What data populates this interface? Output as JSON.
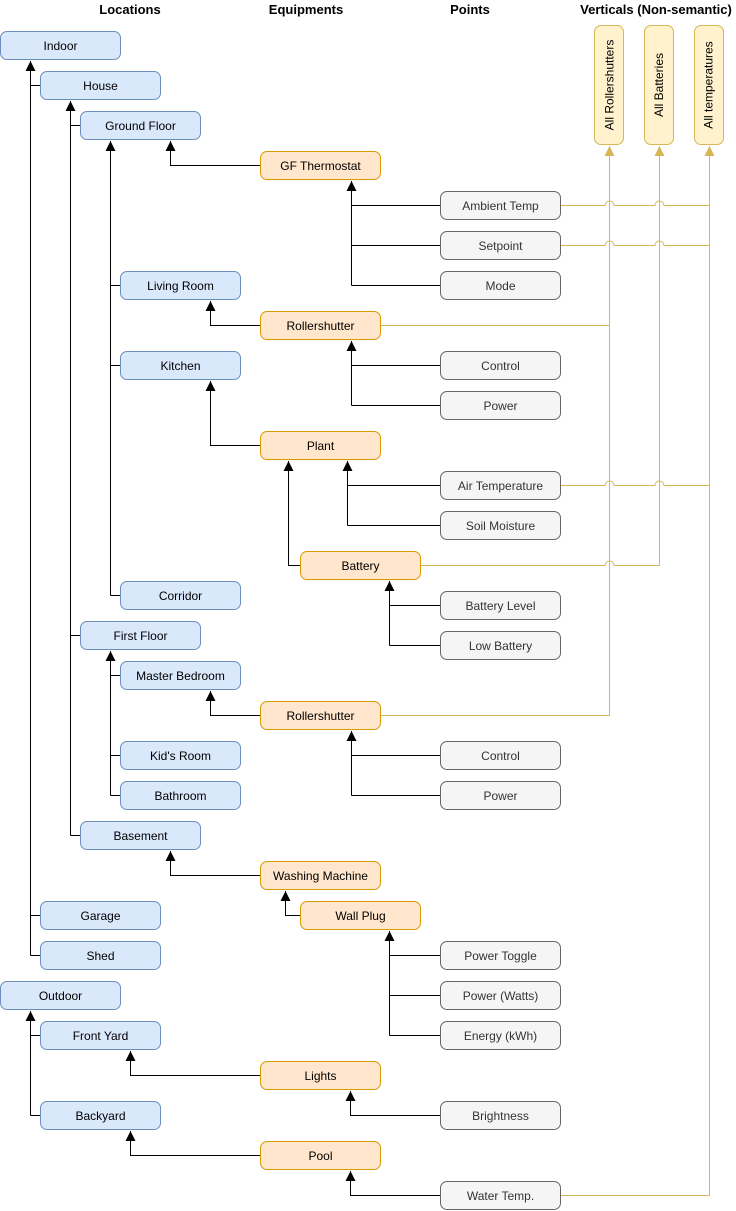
{
  "headers": {
    "locations": "Locations",
    "equipments": "Equipments",
    "points": "Points",
    "verticals": "Verticals (Non-semantic)"
  },
  "locations": {
    "indoor": "Indoor",
    "house": "House",
    "ground_floor": "Ground Floor",
    "living_room": "Living Room",
    "kitchen": "Kitchen",
    "corridor": "Corridor",
    "first_floor": "First Floor",
    "master_bedroom": "Master Bedroom",
    "kids_room": "Kid's Room",
    "bathroom": "Bathroom",
    "basement": "Basement",
    "garage": "Garage",
    "shed": "Shed",
    "outdoor": "Outdoor",
    "front_yard": "Front Yard",
    "backyard": "Backyard"
  },
  "equipments": {
    "gf_thermostat": "GF Thermostat",
    "rollershutter_living": "Rollershutter",
    "plant": "Plant",
    "battery": "Battery",
    "rollershutter_master": "Rollershutter",
    "washing_machine": "Washing Machine",
    "wall_plug": "Wall Plug",
    "lights": "Lights",
    "pool": "Pool"
  },
  "points": {
    "ambient_temp": "Ambient Temp",
    "setpoint": "Setpoint",
    "mode": "Mode",
    "control_living": "Control",
    "power_living": "Power",
    "air_temperature": "Air Temperature",
    "soil_moisture": "Soil Moisture",
    "battery_level": "Battery Level",
    "low_battery": "Low Battery",
    "control_master": "Control",
    "power_master": "Power",
    "power_toggle": "Power Toggle",
    "power_watts": "Power (Watts)",
    "energy_kwh": "Energy (kWh)",
    "brightness": "Brightness",
    "water_temp": "Water Temp."
  },
  "verticals": {
    "all_rollershutters": {
      "label": "All Rollershutters",
      "members": [
        "rollershutter_living",
        "rollershutter_master"
      ]
    },
    "all_batteries": {
      "label": "All Batteries",
      "members": [
        "battery"
      ]
    },
    "all_temperatures": {
      "label": "All temperatures",
      "members": [
        "ambient_temp",
        "setpoint",
        "air_temperature",
        "water_temp"
      ]
    }
  },
  "edges": {
    "location_tree": [
      "house -> indoor",
      "ground_floor -> house",
      "living_room -> ground_floor",
      "kitchen -> ground_floor",
      "corridor -> ground_floor",
      "first_floor -> house",
      "master_bedroom -> first_floor",
      "kids_room -> first_floor",
      "bathroom -> first_floor",
      "basement -> house",
      "garage -> indoor",
      "shed -> indoor",
      "front_yard -> outdoor",
      "backyard -> outdoor"
    ],
    "equipment_to_location": [
      "gf_thermostat -> ground_floor",
      "rollershutter_living -> living_room",
      "plant -> kitchen",
      "battery -> plant",
      "rollershutter_master -> master_bedroom",
      "washing_machine -> basement",
      "wall_plug -> washing_machine",
      "lights -> front_yard",
      "pool -> backyard"
    ],
    "point_to_equipment": [
      "ambient_temp -> gf_thermostat",
      "setpoint -> gf_thermostat",
      "mode -> gf_thermostat",
      "control_living -> rollershutter_living",
      "power_living -> rollershutter_living",
      "air_temperature -> plant",
      "soil_moisture -> plant",
      "battery_level -> battery",
      "low_battery -> battery",
      "control_master -> rollershutter_master",
      "power_master -> rollershutter_master",
      "power_toggle -> wall_plug",
      "power_watts -> wall_plug",
      "energy_kwh -> wall_plug",
      "brightness -> lights",
      "water_temp -> pool"
    ]
  },
  "colors": {
    "location_fill": "#dae8fc",
    "location_border": "#6c8ebf",
    "equipment_fill": "#ffe6cc",
    "equipment_border": "#d79b00",
    "point_fill": "#f5f5f5",
    "point_border": "#666666",
    "vertical_fill": "#fff2cc",
    "vertical_border": "#d6b656",
    "tree_line": "#000000",
    "vertical_line": "#d6b656",
    "background": "#ffffff"
  }
}
